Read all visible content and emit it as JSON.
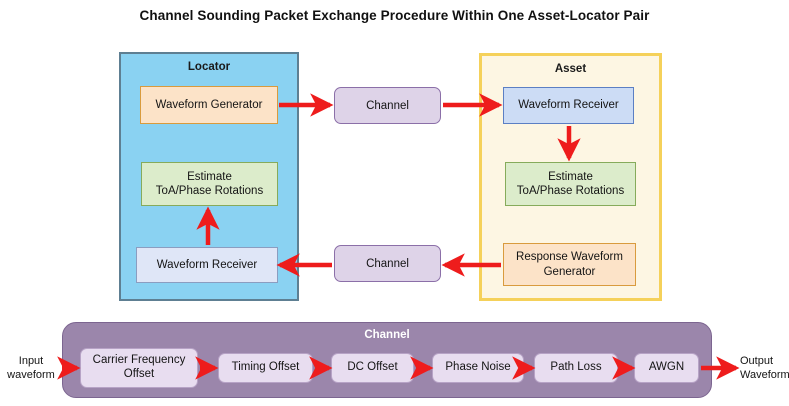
{
  "title": "Channel Sounding Packet Exchange Procedure Within One Asset-Locator Pair",
  "locator": {
    "label": "Locator",
    "blocks": [
      {
        "label": "Waveform Generator",
        "style": "orange"
      },
      {
        "label": "Estimate\nToA/Phase Rotations",
        "line1": "Estimate",
        "line2": "ToA/Phase Rotations",
        "style": "green"
      },
      {
        "label": "Waveform Receiver",
        "style": "blue-pale"
      }
    ]
  },
  "asset": {
    "label": "Asset",
    "blocks": [
      {
        "label": "Waveform Receiver",
        "style": "blue"
      },
      {
        "label": "Estimate\nToA/Phase Rotations",
        "line1": "Estimate",
        "line2": "ToA/Phase Rotations",
        "style": "green"
      },
      {
        "label": "Response Waveform\nGenerator",
        "line1": "Response Waveform",
        "line2": "Generator",
        "style": "orange"
      }
    ]
  },
  "mid_channels": [
    {
      "label": "Channel",
      "direction": "left-to-right"
    },
    {
      "label": "Channel",
      "direction": "right-to-left"
    }
  ],
  "channel_panel": {
    "label": "Channel",
    "input_label_line1": "Input",
    "input_label_line2": "waveform",
    "output_label_line1": "Output",
    "output_label_line2": "Waveform",
    "stages": [
      {
        "line1": "Carrier Frequency",
        "line2": "Offset"
      },
      {
        "line1": "Timing Offset",
        "line2": ""
      },
      {
        "line1": "DC Offset",
        "line2": ""
      },
      {
        "line1": "Phase Noise",
        "line2": ""
      },
      {
        "line1": "Path Loss",
        "line2": ""
      },
      {
        "line1": "AWGN",
        "line2": ""
      }
    ]
  },
  "colors": {
    "arrow": "#ee1c1c",
    "locator_fill": "#8ad2f2",
    "locator_border": "#5e7f92",
    "asset_fill": "#fdf6e3",
    "asset_border": "#f5d15a",
    "channel_panel_fill": "#9b86ab",
    "channel_pill_fill": "#ded3e8",
    "orange_fill": "#fce3c8",
    "green_fill": "#dceccb",
    "blue_fill": "#ccdcf5",
    "blue_pale_fill": "#dfe6f7"
  }
}
